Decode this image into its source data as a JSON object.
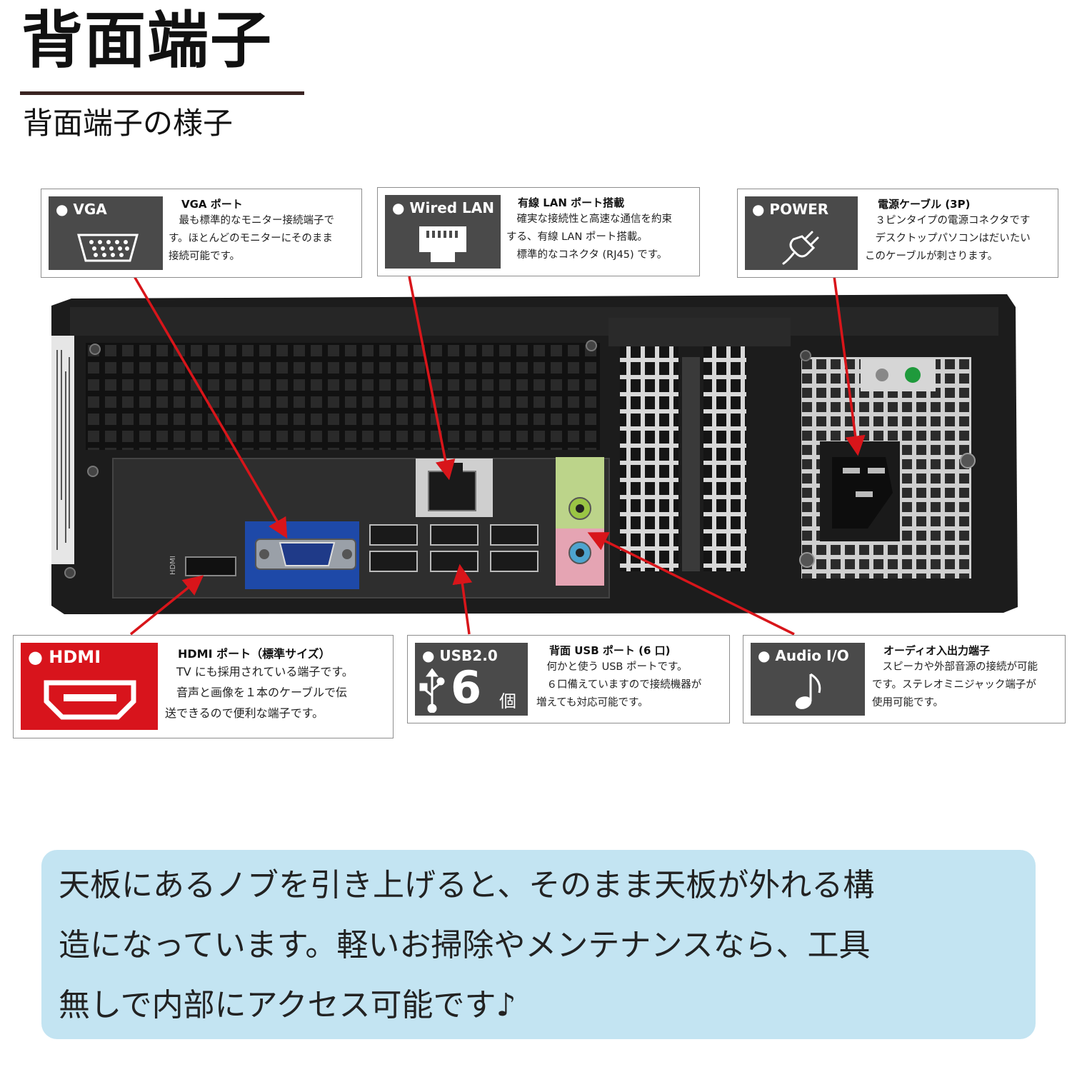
{
  "header": {
    "title": "背面端子",
    "subtitle": "背面端子の様子"
  },
  "colors": {
    "arrow": "#d8151a",
    "badge": "#4a4a4a",
    "hdmi_badge": "#d8141c",
    "note_bg": "#c3e4f2",
    "vga_port": "#1e49a8"
  },
  "callouts": {
    "vga": {
      "badge": "● VGA",
      "heading": "VGA ポート",
      "lines": [
        "　最も標準的なモニター接続端子で",
        "す。ほとんどのモニターにそのまま",
        "接続可能です。"
      ],
      "icon": "vga-connector-icon"
    },
    "lan": {
      "badge": "● Wired LAN",
      "heading": "有線 LAN ポート搭載",
      "lines": [
        "　確実な接続性と高速な通信を約束",
        "する、有線 LAN ポート搭載。",
        "　標準的なコネクタ (RJ45) です。"
      ],
      "icon": "rj45-port-icon"
    },
    "power": {
      "badge": "● POWER",
      "heading": "電源ケーブル (3P)",
      "lines": [
        "　３ピンタイプの電源コネクタです",
        "　デスクトップパソコンはだいたい",
        "このケーブルが刺さります。"
      ],
      "icon": "power-plug-icon"
    },
    "hdmi": {
      "badge": "● HDMI",
      "heading": "HDMI ポート（標準サイズ）",
      "lines": [
        "　TV にも採用されている端子です。",
        "　音声と画像を１本のケーブルで伝",
        "送できるので便利な端子です。"
      ],
      "icon": "hdmi-connector-icon"
    },
    "usb": {
      "badge": "● USB2.0",
      "count": "6",
      "count_unit": "個",
      "heading": "背面 USB ポート (6 口)",
      "lines": [
        "　何かと使う USB ポートです。",
        "　６口備えていますので接続機器が",
        "増えても対応可能です。"
      ],
      "icon": "usb-icon"
    },
    "audio": {
      "badge": "● Audio I/O",
      "heading": "オーディオ入出力端子",
      "lines": [
        "　スピーカや外部音源の接続が可能",
        "です。ステレオミニジャック端子が",
        "使用可能です。"
      ],
      "icon": "music-note-icon"
    }
  },
  "note": {
    "lines": [
      "天板にあるノブを引き上げると、そのまま天板が外れる構",
      "造になっています。軽いお掃除やメンテナンスなら、工具",
      "無しで内部にアクセス可能です♪"
    ]
  }
}
